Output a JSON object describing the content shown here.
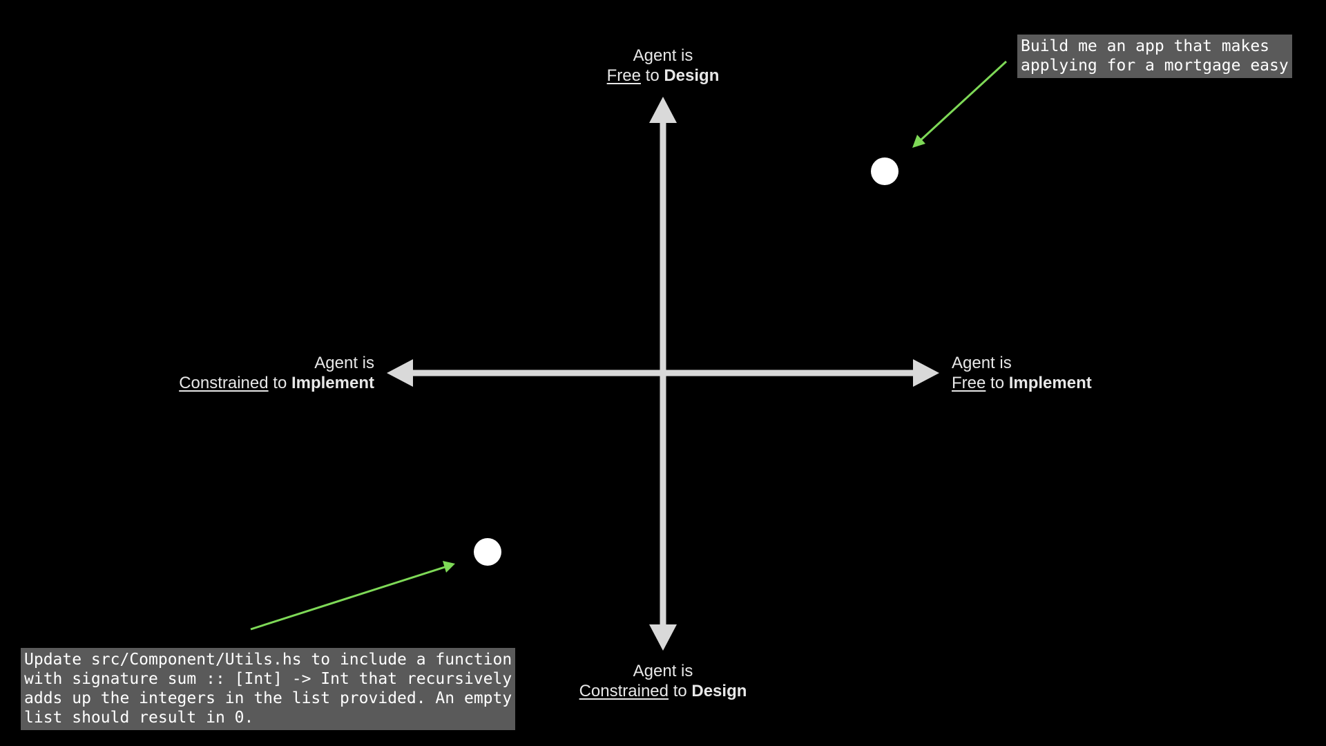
{
  "axes": {
    "top": {
      "line1": "Agent is",
      "qualifier": "Free",
      "connector": "to",
      "dimension": "Design"
    },
    "bottom": {
      "line1": "Agent is",
      "qualifier": "Constrained",
      "connector": "to",
      "dimension": "Design"
    },
    "left": {
      "line1": "Agent is",
      "qualifier": "Constrained",
      "connector": "to",
      "dimension": "Implement"
    },
    "right": {
      "line1": "Agent is",
      "qualifier": "Free",
      "connector": "to",
      "dimension": "Implement"
    }
  },
  "examples": {
    "top_right": {
      "lines": [
        "Build me an app that makes",
        "applying for a mortgage easy"
      ]
    },
    "bottom_left": {
      "lines": [
        "Update src/Component/Utils.hs to include a function",
        "with signature sum :: [Int] -> Int that recursively",
        "adds up the integers in the list provided. An empty",
        "list should result in 0."
      ]
    }
  },
  "colors": {
    "background": "#000000",
    "axis": "#d9d9d9",
    "point": "#ffffff",
    "pointer_arrow": "#7ed957",
    "prompt_box": "#5a5a5a"
  }
}
